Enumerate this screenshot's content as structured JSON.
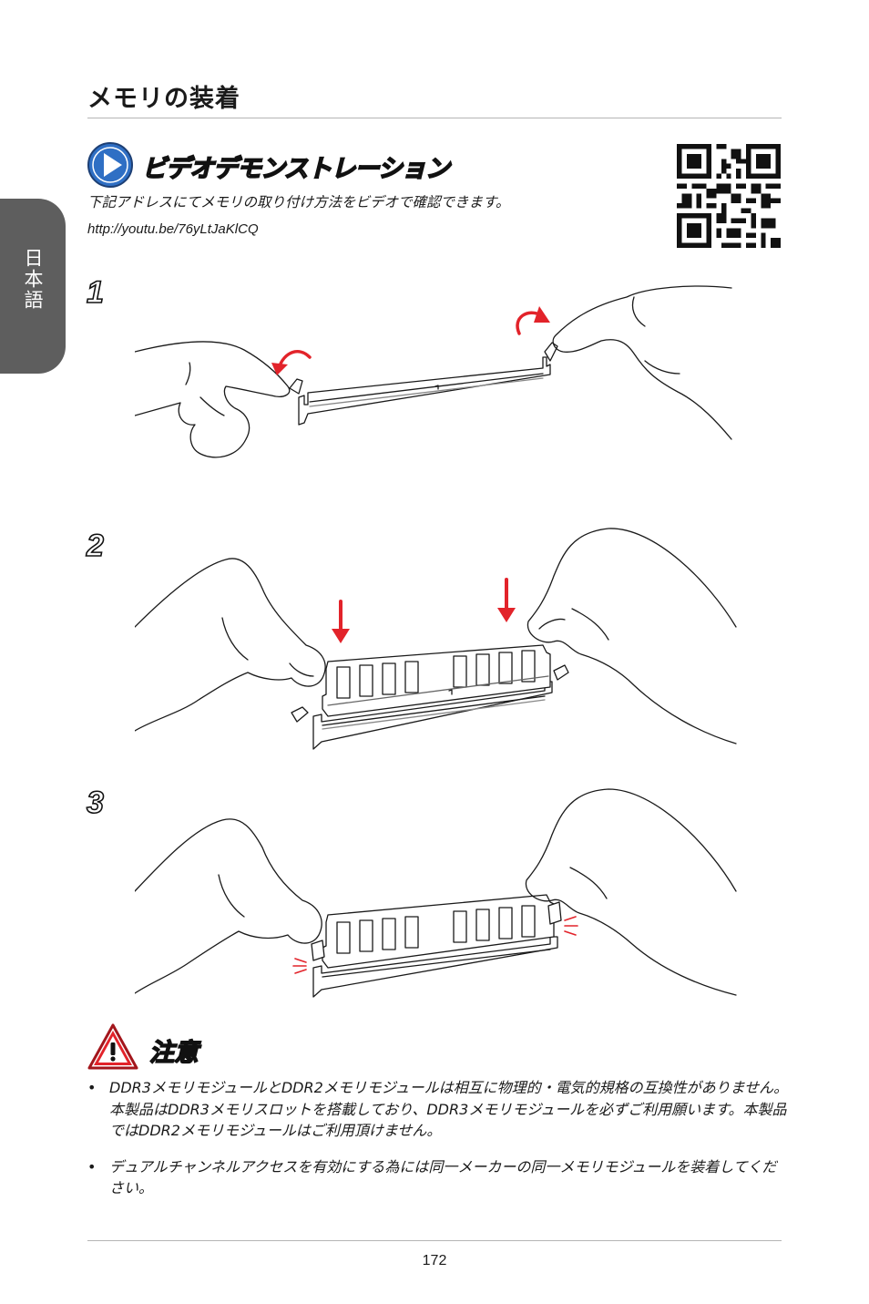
{
  "side_tab": {
    "label": "日本語"
  },
  "page_title": "メモリの装着",
  "video": {
    "heading": "ビデオデモンストレーション",
    "description": "下記アドレスにてメモリの取り付け方法をビデオで確認できます。",
    "url": "http://youtu.be/76yLtJaKlCQ"
  },
  "steps": [
    {
      "number": "1"
    },
    {
      "number": "2"
    },
    {
      "number": "3"
    }
  ],
  "caution": {
    "heading": "注意",
    "items": [
      {
        "bullet": "•",
        "text": "DDR3メモリモジュールとDDR2メモリモジュールは相互に物理的・電気的規格の互換性がありません。本製品はDDR3メモリスロットを搭載しており、DDR3メモリモジュールを必ずご利用願います。本製品ではDDR2メモリモジュールはご利用頂けません。"
      },
      {
        "bullet": "•",
        "text": "デュアルチャンネルアクセスを有効にする為には同一メーカーの同一メモリモジュールを装着してください。"
      }
    ]
  },
  "page_number": "172",
  "colors": {
    "accent_blue": "#2f6fc4",
    "arrow_red": "#e2232a",
    "tab_gray": "#5e5e5e"
  },
  "icons": {
    "video": "play-circle-icon",
    "warning": "warning-triangle-icon",
    "qr": "qr-code-icon"
  }
}
